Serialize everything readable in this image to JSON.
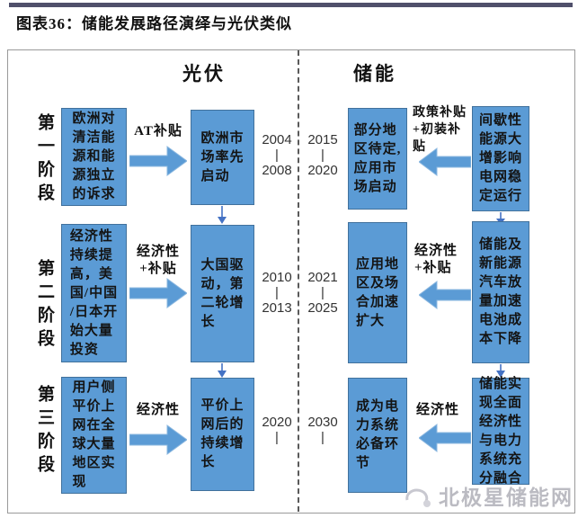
{
  "title": "图表36：储能发展路径演绎与光伏类似",
  "headers": {
    "pv": "光伏",
    "es": "储能"
  },
  "stages": [
    {
      "label": "第一阶段",
      "pv_cause": "欧洲对\n清洁能\n源和能\n源独立\n的诉求",
      "pv_arrow_label": "AT补贴",
      "pv_result": "欧洲市\n场率先\n启动",
      "pv_years": "2004\n|\n2008",
      "es_years": "2015\n|\n2020",
      "es_result": "部分地\n区待定,\n应用市\n场启动",
      "es_arrow_label": "政策补贴\n+初装补\n贴",
      "es_cause": "间歇性\n能源大\n增影响\n电网稳\n定运行"
    },
    {
      "label": "第二阶段",
      "pv_cause": "经济性\n持续提\n高，美\n国/中国\n/日本开\n始大量\n投资",
      "pv_arrow_label": "经济性\n+补贴",
      "pv_result": "大国驱\n动，第\n二轮增\n长",
      "pv_years": "2010\n|\n2013",
      "es_years": "2021\n|\n2025",
      "es_result": "应用地\n区及场\n合加速\n扩大",
      "es_arrow_label": "经济性\n+补贴",
      "es_cause": "储能及\n新能源\n汽车放\n量加速\n电池成\n本下降"
    },
    {
      "label": "第三阶段",
      "pv_cause": "用户侧\n平价上\n网在全\n球大量\n地区实\n现",
      "pv_arrow_label": "经济性",
      "pv_result": "平价上\n网后的\n持续增\n长",
      "pv_years": "2020\n|",
      "es_years": "2030\n|",
      "es_result": "成为电\n力系统\n必备环\n节",
      "es_arrow_label": "经济性",
      "es_cause": "储能实\n现全面\n经济性\n与电力\n系统充\n分融合"
    }
  ],
  "watermark": {
    "text": "北极星储能网"
  },
  "colors": {
    "box_fill": "#5b9bd5",
    "box_border": "#41719c",
    "arrow_fill": "#5b9bd5",
    "connector": "#4472c4",
    "topbar": "#50506b"
  }
}
